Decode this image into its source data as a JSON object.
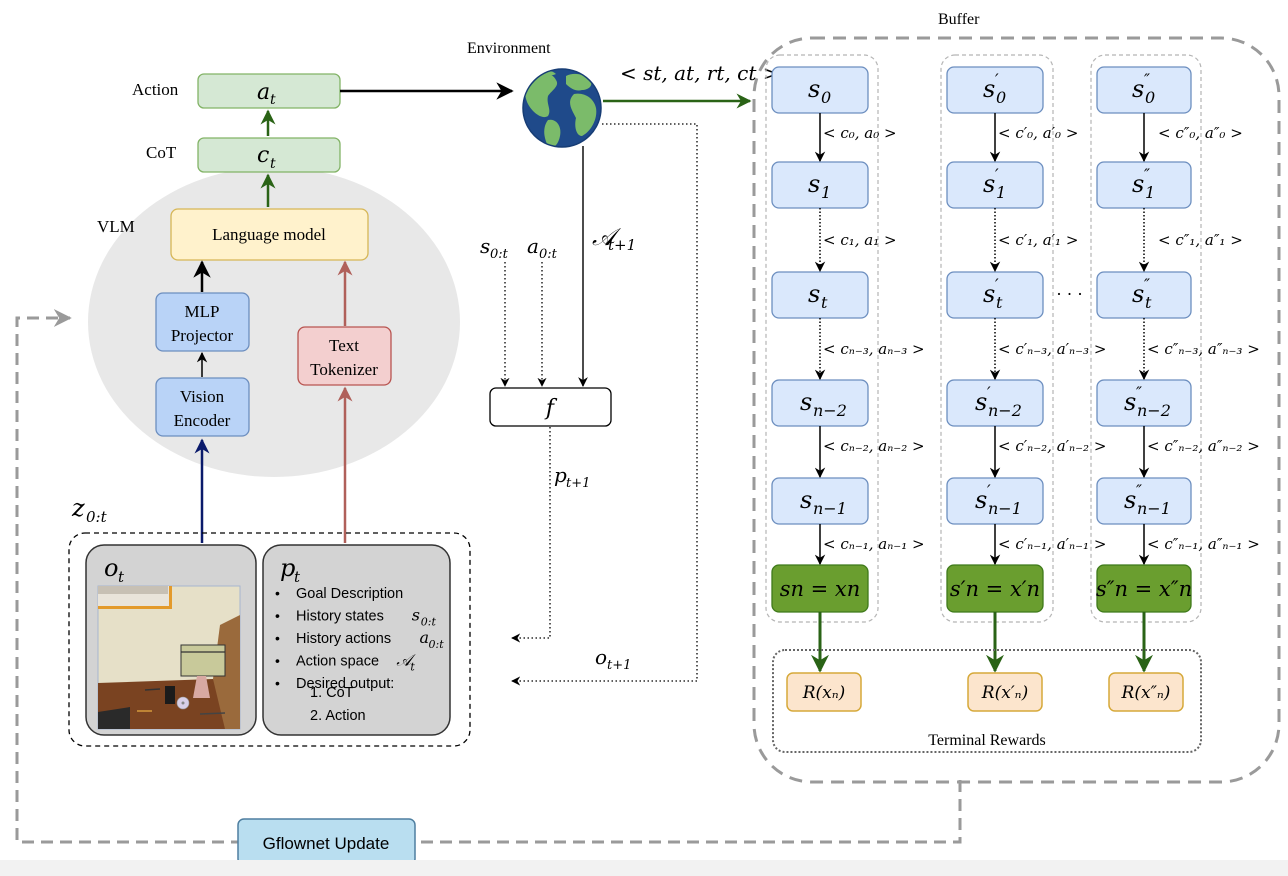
{
  "figure": {
    "labels": {
      "action": "Action",
      "cot": "CoT",
      "vlm": "VLM",
      "environment": "Environment",
      "buffer": "Buffer",
      "terminal_rewards": "Terminal Rewards"
    },
    "vlm_blocks": {
      "action_box": "a_t",
      "cot_box": "c_t",
      "language_model": "Language model",
      "mlp_projector_line1": "MLP",
      "mlp_projector_line2": "Projector",
      "vision_encoder_line1": "Vision",
      "vision_encoder_line2": "Encoder",
      "text_tokenizer_line1": "Text",
      "text_tokenizer_line2": "Tokenizer"
    },
    "inputs": {
      "z_label": "z",
      "z_sub": "0:t",
      "observation_label": "o",
      "observation_sub": "t",
      "prompt_label": "p",
      "prompt_sub": "t",
      "prompt_items": [
        {
          "text": "Goal Description",
          "math": "",
          "sub": ""
        },
        {
          "text": "History states",
          "math": "s",
          "sub": "0:t"
        },
        {
          "text": "History actions",
          "math": "a",
          "sub": "0:t"
        },
        {
          "text": "Action space",
          "math": "𝒜",
          "sub": "t"
        },
        {
          "text": "Desired output:",
          "math": "",
          "sub": ""
        }
      ],
      "desired_outputs": [
        "1. CoT",
        "2. Action"
      ]
    },
    "env_flow": {
      "transition_tuple": "< s_t, a_t, r_t, c_t >",
      "action_space_next": "𝒜",
      "action_space_next_sub": "t+1",
      "states_hist": "s",
      "states_hist_sub": "0:t",
      "actions_hist": "a",
      "actions_hist_sub": "0:t",
      "f_box": "f",
      "prompt_next": "p",
      "prompt_next_sub": "t+1",
      "obs_next": "o",
      "obs_next_sub": "t+1"
    },
    "buffer_columns": [
      {
        "prime": "",
        "states": [
          "0",
          "1",
          "t",
          "n−2",
          "n−1"
        ],
        "terminal": "s_n = x_n",
        "edges": [
          "< c₀, a₀ >",
          "< c₁, a₁ >",
          "< cₙ₋₃, aₙ₋₃ >",
          "< cₙ₋₂, aₙ₋₂ >",
          "< cₙ₋₁, aₙ₋₁ >"
        ],
        "reward": "R(xₙ)"
      },
      {
        "prime": "′",
        "states": [
          "0",
          "1",
          "t",
          "n−2",
          "n−1"
        ],
        "terminal": "s′_n = x′_n",
        "edges": [
          "< c′₀, a′₀ >",
          "< c′₁, a′₁ >",
          "< c′ₙ₋₃, a′ₙ₋₃ >",
          "< c′ₙ₋₂, a′ₙ₋₂ >",
          "< c′ₙ₋₁, a′ₙ₋₁ >"
        ],
        "reward": "R(x′ₙ)"
      },
      {
        "prime": "″",
        "states": [
          "0",
          "1",
          "t",
          "n−2",
          "n−1"
        ],
        "terminal": "s″_n = x″_n",
        "edges": [
          "< c″₀, a″₀ >",
          "< c″₁, a″₁ >",
          "< c″ₙ₋₃, a″ₙ₋₃ >",
          "< c″ₙ₋₂, a″ₙ₋₂ >",
          "< c″ₙ₋₁, a″ₙ₋₁ >"
        ],
        "reward": "R(x″ₙ)"
      }
    ],
    "ellipsis": "· · ·",
    "gflownet_update": "Gflownet Update",
    "colors": {
      "green_box_fill": "#d5e8d4",
      "green_box_stroke": "#82b366",
      "blue_box_fill": "#dae8fc",
      "blue_box_stroke": "#6c8ebf",
      "vlm_blue_fill": "#b9d3f7",
      "yellow_box_fill": "#fff2cc",
      "yellow_box_stroke": "#d6b656",
      "red_box_fill": "#f3cfcf",
      "red_box_stroke": "#b85450",
      "terminal_fill": "#6a9e2f",
      "terminal_stroke": "#3f7a1a",
      "reward_fill": "#fce5cd",
      "reward_stroke": "#d6a93a",
      "gflownet_fill": "#b9def0",
      "gflownet_stroke": "#4f7fa0",
      "dark_green_arrow": "#2a6316",
      "navy_arrow": "#0a1a6b",
      "red_arrow": "#b0605a",
      "vlm_ellipse": "#e8e8e8",
      "dashed_gray": "#9a9a9a"
    }
  }
}
